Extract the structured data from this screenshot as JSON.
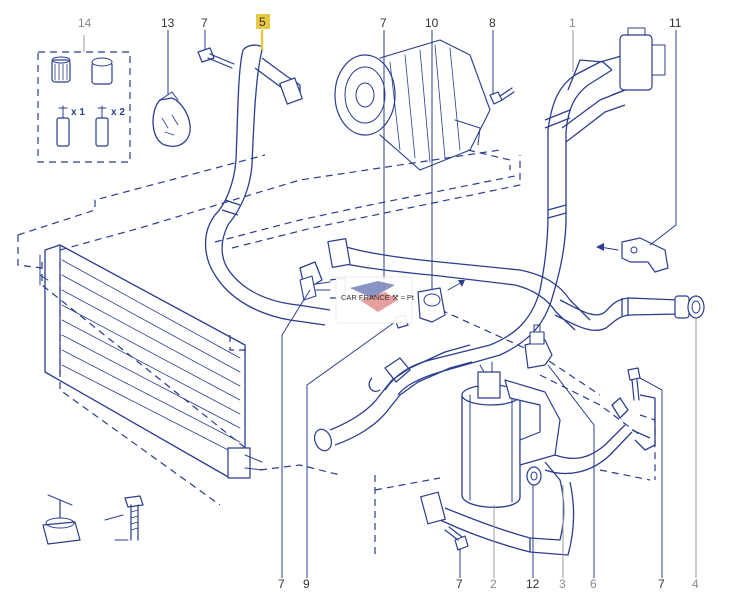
{
  "diagram": {
    "part_labels": {
      "p14": "14",
      "p13": "13",
      "p7a": "7",
      "p5": "5",
      "p7b": "7",
      "p10": "10",
      "p8": "8",
      "p1": "1",
      "p11": "11",
      "p7c": "7",
      "p9": "9",
      "p7d": "7",
      "p2": "2",
      "p12": "12",
      "p3": "3",
      "p6": "6",
      "p7e": "7",
      "p4": "4"
    },
    "kit_counts": {
      "x1": "x 1",
      "x2": "x 2"
    },
    "watermark": {
      "text": "CAR FRANCE ⚒ ≈ Pt"
    },
    "highlight_color": "#e8c840",
    "line_color": "#2a3d8f"
  }
}
